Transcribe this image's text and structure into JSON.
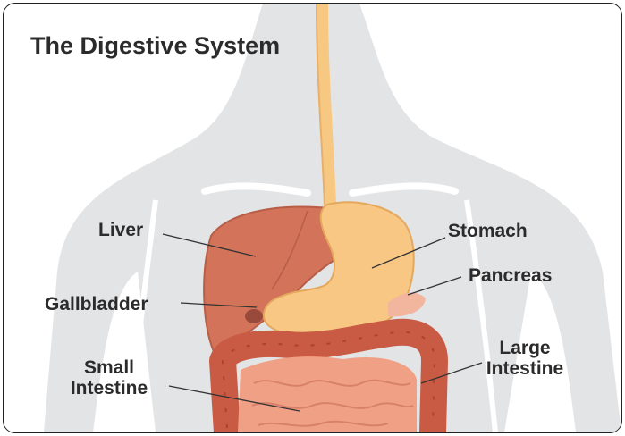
{
  "title": "The Digestive System",
  "labels": {
    "liver": "Liver",
    "stomach": "Stomach",
    "pancreas": "Pancreas",
    "gallbladder": "Gallbladder",
    "large_intestine_line1": "Large",
    "large_intestine_line2": "Intestine",
    "small_intestine_line1": "Small",
    "small_intestine_line2": "Intestine"
  },
  "colors": {
    "body_silhouette": "#e3e4e6",
    "esophagus": "#f7c882",
    "stomach": "#f9c784",
    "liver": "#d2735a",
    "gallbladder": "#9a4a3a",
    "pancreas": "#f2b59e",
    "large_intestine": "#c95b44",
    "small_intestine": "#f0a185",
    "leader_line": "#333333",
    "text": "#2b2b2b"
  }
}
